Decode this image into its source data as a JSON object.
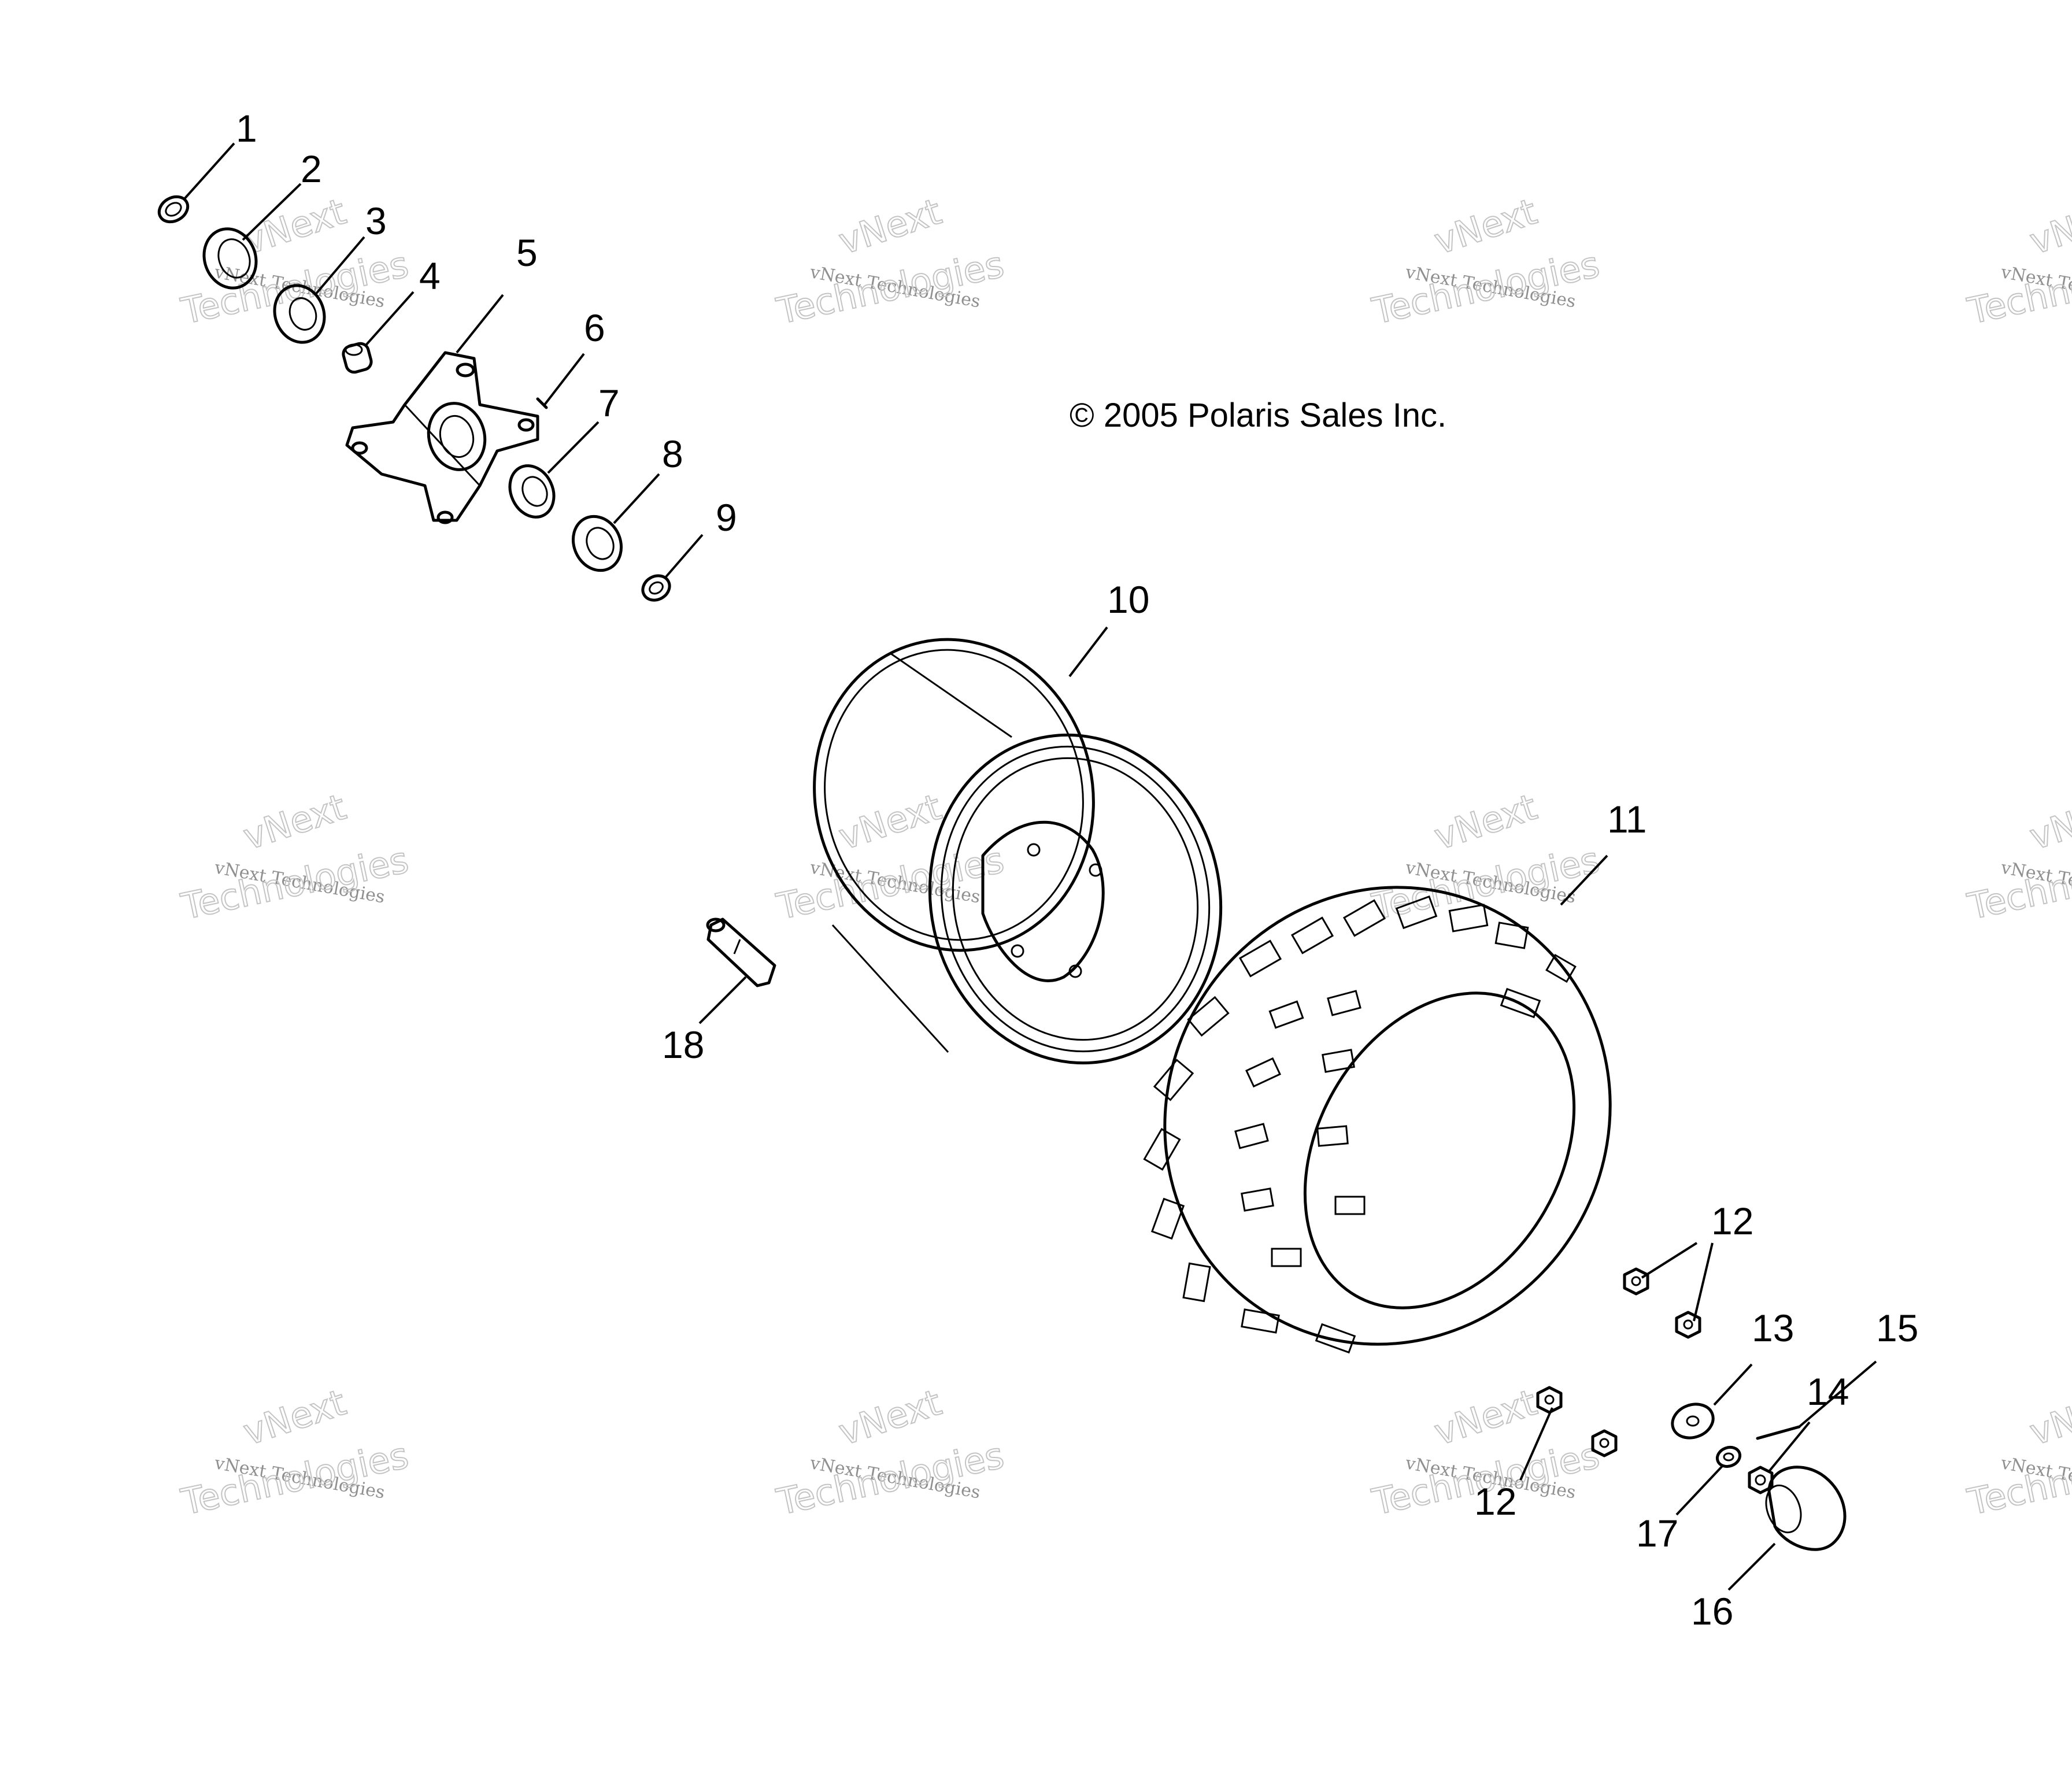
{
  "diagram": {
    "copyright": "© 2005 Polaris Sales Inc.",
    "watermark": {
      "line1": "vNext Technologies",
      "line2a": "vNext",
      "line2b": "Technologies"
    },
    "callouts": [
      {
        "label": "1"
      },
      {
        "label": "2"
      },
      {
        "label": "3"
      },
      {
        "label": "4"
      },
      {
        "label": "5"
      },
      {
        "label": "6"
      },
      {
        "label": "7"
      },
      {
        "label": "8"
      },
      {
        "label": "9"
      },
      {
        "label": "10"
      },
      {
        "label": "11"
      },
      {
        "label": "12"
      },
      {
        "label": "12"
      },
      {
        "label": "13"
      },
      {
        "label": "14"
      },
      {
        "label": "15"
      },
      {
        "label": "16"
      },
      {
        "label": "17"
      },
      {
        "label": "18"
      }
    ],
    "icons": {
      "hub": "wheel-hub-icon",
      "rim": "wheel-rim-icon",
      "tire": "tire-icon",
      "valve": "valve-stem-icon",
      "cap": "hub-cap-icon"
    }
  }
}
